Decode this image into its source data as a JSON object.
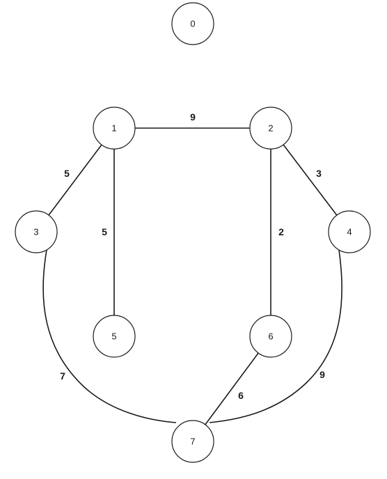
{
  "graph": {
    "nodes": [
      {
        "id": "0",
        "label": "0"
      },
      {
        "id": "1",
        "label": "1"
      },
      {
        "id": "2",
        "label": "2"
      },
      {
        "id": "3",
        "label": "3"
      },
      {
        "id": "4",
        "label": "4"
      },
      {
        "id": "5",
        "label": "5"
      },
      {
        "id": "6",
        "label": "6"
      },
      {
        "id": "7",
        "label": "7"
      }
    ],
    "edges": [
      {
        "from": "1",
        "to": "2",
        "weight": "9"
      },
      {
        "from": "1",
        "to": "3",
        "weight": "5"
      },
      {
        "from": "1",
        "to": "5",
        "weight": "5"
      },
      {
        "from": "2",
        "to": "4",
        "weight": "3"
      },
      {
        "from": "2",
        "to": "6",
        "weight": "2"
      },
      {
        "from": "3",
        "to": "7",
        "weight": "7"
      },
      {
        "from": "6",
        "to": "7",
        "weight": "6"
      },
      {
        "from": "4",
        "to": "7",
        "weight": "9"
      }
    ]
  }
}
